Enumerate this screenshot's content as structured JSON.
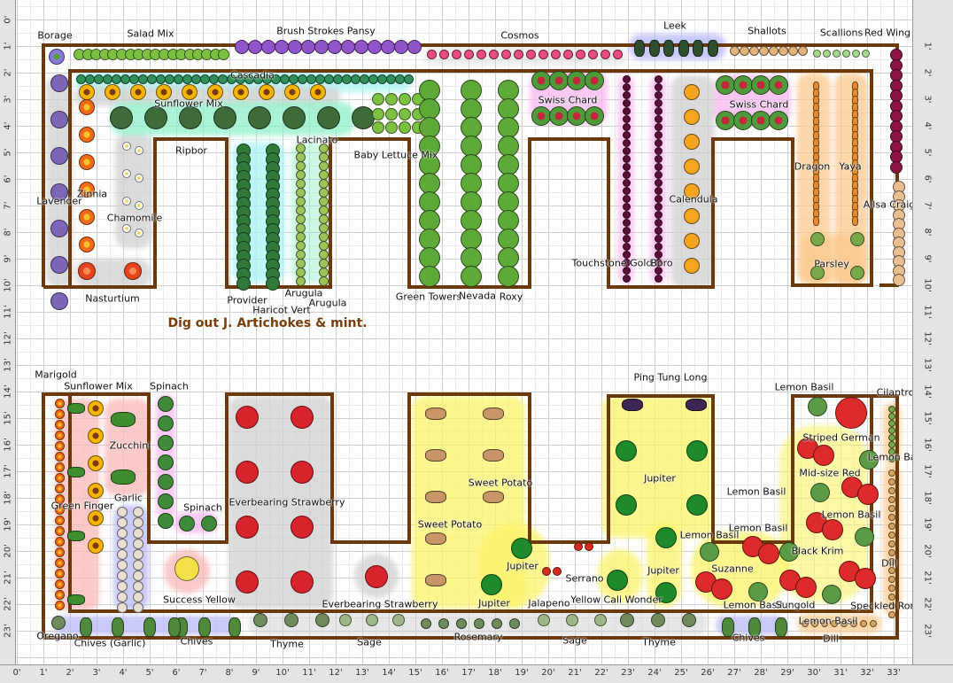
{
  "note": "Dig out J. Artichokes & mint.",
  "ruler": {
    "x_labels": [
      "0'",
      "1'",
      "2'",
      "3'",
      "4'",
      "5'",
      "6'",
      "7'",
      "8'",
      "9'",
      "10'",
      "11'",
      "12'",
      "13'",
      "14'",
      "15'",
      "16'",
      "17'",
      "18'",
      "19'",
      "20'",
      "21'",
      "22'",
      "23'",
      "24'",
      "25'",
      "26'",
      "27'",
      "28'",
      "29'",
      "30'",
      "31'",
      "32'",
      "33'"
    ],
    "y_labels": [
      "0'",
      "1'",
      "2'",
      "3'",
      "4'",
      "5'",
      "6'",
      "7'",
      "8'",
      "9'",
      "10'",
      "11'",
      "12'",
      "13'",
      "14'",
      "15'",
      "16'",
      "17'",
      "18'",
      "19'",
      "20'",
      "21'",
      "22'",
      "23'"
    ],
    "right_labels": [
      "1'",
      "2'",
      "3'",
      "4'",
      "5'",
      "6'",
      "7'",
      "8'",
      "9'",
      "10'",
      "11'",
      "12'",
      "13'",
      "14'",
      "15'",
      "16'",
      "17'",
      "18'",
      "19'",
      "20'",
      "21'",
      "22'",
      "23'"
    ]
  },
  "colors": {
    "bed_border": "#6b3a0c",
    "note": "#7a3e0b"
  },
  "top": [
    "Borage",
    "Salad Mix",
    "Brush Strokes Pansy",
    "Cosmos",
    "Leek",
    "Shallots",
    "Scallions",
    "Red Wing",
    "Cascadia",
    "Sunflower Mix",
    "Lacinato",
    "Ripbor",
    "Baby Lettuce Mix",
    "Swiss Chard",
    "Swiss Chard",
    "Dragon",
    "Yaya",
    "Lavender",
    "Zinnia",
    "Chamomile",
    "Calendula",
    "Ailsa Craig",
    "Touchstone Gold",
    "Boro",
    "Parsley",
    "Nasturtium",
    "Provider",
    "Haricot Vert",
    "Arugula",
    "Arugula",
    "Green Towers",
    "Nevada",
    "Roxy"
  ],
  "bottom": [
    "Marigold",
    "Sunflower Mix",
    "Spinach",
    "Zucchini",
    "Green Finger",
    "Garlic",
    "Spinach",
    "Everbearing Strawberry",
    "Sweet Potato",
    "Sweet Potato",
    "Success Yellow",
    "Everbearing Strawberry",
    "Ping Tung Long",
    "Lemon Basil",
    "Cilantro",
    "Striped German",
    "Lemon Basil",
    "Mid-size Red",
    "Jupiter",
    "Lemon Basil",
    "Lemon Basil",
    "Lemon Basil",
    "Lemon Basil",
    "Black Krim",
    "Jupiter",
    "Serrano",
    "Jupiter",
    "Suzanne",
    "Dill",
    "Jupiter",
    "Jalapeno",
    "Yellow Cali Wonder",
    "Lemon Basil",
    "Sungold",
    "Speckled Roman",
    "Lemon Basil"
  ],
  "border": [
    "Oregano",
    "Chives (Garlic)",
    "Chives",
    "Thyme",
    "Sage",
    "Rosemary",
    "Sage",
    "Thyme",
    "Chives",
    "Dill"
  ]
}
